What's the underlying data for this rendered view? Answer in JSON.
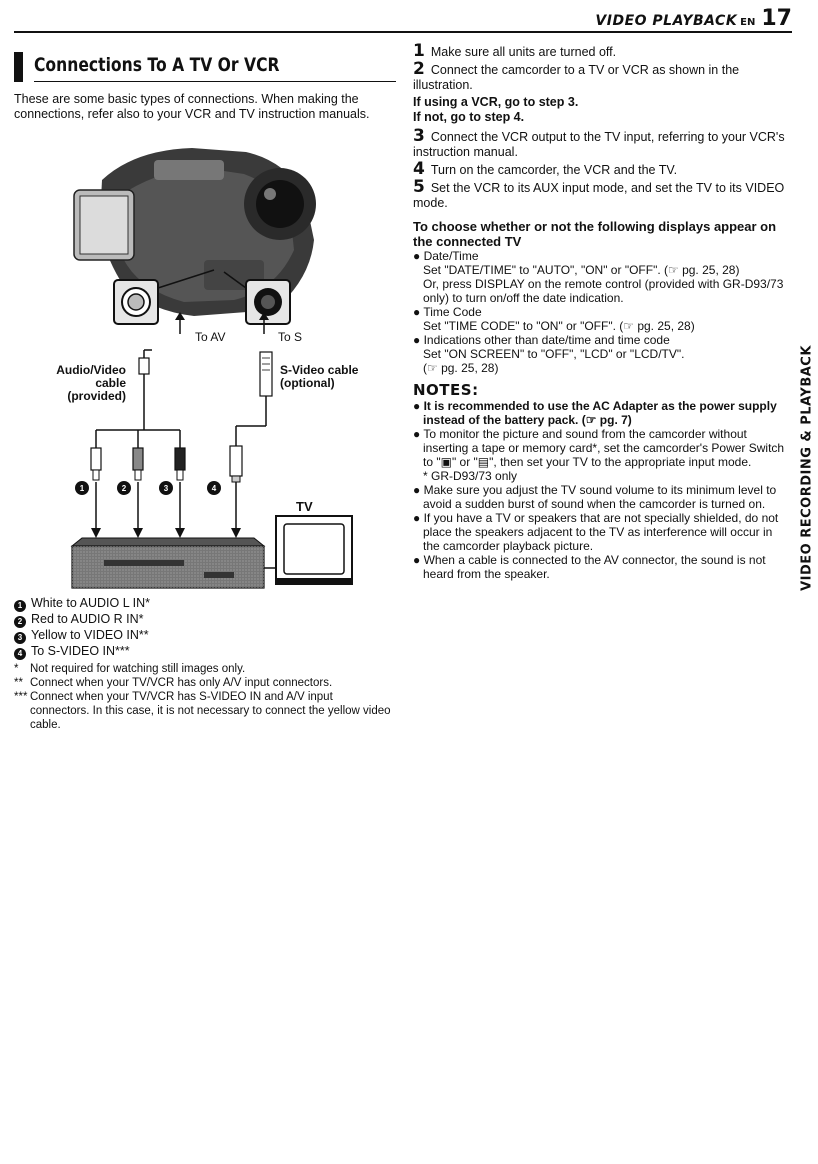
{
  "header": {
    "section": "VIDEO PLAYBACK",
    "lang": "EN",
    "page": "17"
  },
  "title": "Connections To A TV Or VCR",
  "intro": "These are some basic types of connections. When making the connections, refer also to your VCR and TV instruction manuals.",
  "diagram": {
    "to_av": "To AV",
    "to_s": "To S",
    "av_cable": "Audio/Video\ncable\n(provided)",
    "s_cable": "S-Video cable\n(optional)",
    "tv": "TV",
    "markers": [
      "1",
      "2",
      "3",
      "4"
    ]
  },
  "legend": [
    {
      "n": "1",
      "text": "White to AUDIO L IN*"
    },
    {
      "n": "2",
      "text": "Red to AUDIO R IN*"
    },
    {
      "n": "3",
      "text": "Yellow to VIDEO IN**"
    },
    {
      "n": "4",
      "text": "To S-VIDEO IN***"
    }
  ],
  "footnotes": [
    {
      "mark": "*",
      "text": "Not required for watching still images only."
    },
    {
      "mark": "**",
      "text": "Connect when your TV/VCR has only A/V input connectors."
    },
    {
      "mark": "***",
      "text": "Connect when your TV/VCR has S-VIDEO IN and A/V input connectors. In this case, it is not necessary to connect the yellow video cable."
    }
  ],
  "steps": [
    {
      "n": "1",
      "text": "Make sure all units are turned off."
    },
    {
      "n": "2",
      "text": "Connect the camcorder to a TV or VCR as shown in the illustration."
    },
    {
      "n": "3",
      "text": "Connect the VCR output to the TV input, referring to your VCR's instruction manual."
    },
    {
      "n": "4",
      "text": "Turn on the camcorder, the VCR and the TV."
    },
    {
      "n": "5",
      "text": "Set the VCR to its AUX input mode, and set the TV to its VIDEO mode."
    }
  ],
  "step2_branch": {
    "vcr": "If using a VCR, go to step 3.",
    "novcr": "If not, go to step 4."
  },
  "displays": {
    "heading": "To choose whether or not the following displays appear on the connected TV",
    "items": [
      {
        "title": "Date/Time",
        "lines": [
          "Set \"DATE/TIME\" to \"AUTO\", \"ON\" or \"OFF\". (☞ pg. 25, 28)",
          "Or, press DISPLAY on the remote control (provided with GR-D93/73 only) to turn on/off the date indication."
        ]
      },
      {
        "title": "Time Code",
        "lines": [
          "Set \"TIME CODE\" to \"ON\" or \"OFF\". (☞ pg. 25, 28)"
        ]
      },
      {
        "title": "Indications other than date/time and time code",
        "lines": [
          "Set \"ON SCREEN\" to \"OFF\", \"LCD\" or \"LCD/TV\".",
          "(☞ pg. 25, 28)"
        ]
      }
    ]
  },
  "notes": {
    "heading": "NOTES:",
    "items": [
      {
        "text": "It is recommended to use the AC Adapter as the power supply instead of the battery pack. (☞ pg. 7)",
        "bold": true
      },
      {
        "text": "To monitor the picture and sound from the camcorder without inserting a tape or memory card*, set the camcorder's Power Switch to \"▣\" or \"▤\", then set your TV to the appropriate input mode.",
        "bold": false
      },
      {
        "text": "* GR-D93/73 only",
        "bold": false,
        "sub": true
      },
      {
        "text": "Make sure you adjust the TV sound volume to its minimum level to avoid a sudden burst of sound when the camcorder is turned on.",
        "bold": false
      },
      {
        "text": "If you have a TV or speakers that are not specially shielded, do not place the speakers adjacent to the TV as interference will occur in the camcorder playback picture.",
        "bold": false
      },
      {
        "text": "When a cable is connected to the AV connector, the sound is not heard from the speaker.",
        "bold": false
      }
    ]
  },
  "side_tab": "VIDEO RECORDING & PLAYBACK"
}
